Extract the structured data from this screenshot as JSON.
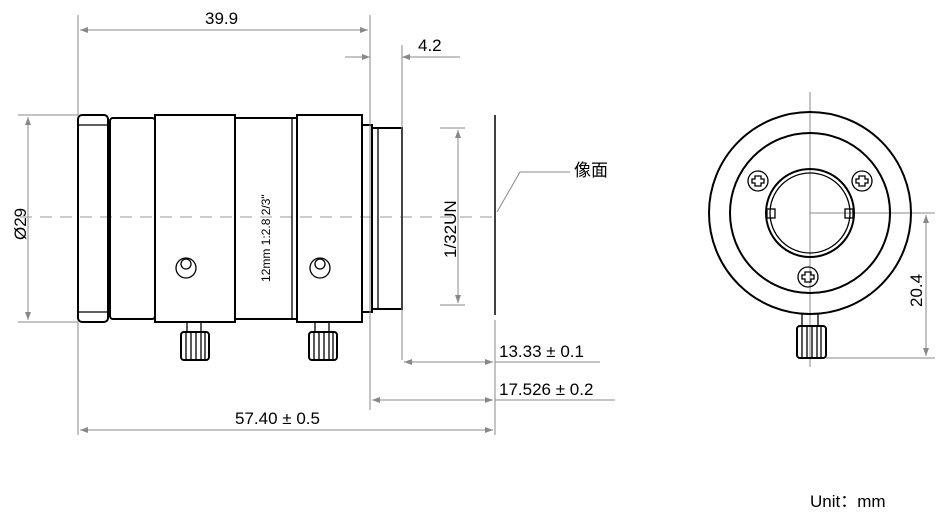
{
  "dimensions": {
    "flange_length": "39.9",
    "thread_length": "4.2",
    "diameter": "Ø29",
    "mount_thread": "1/32UN",
    "back_focus": "13.33 ± 0.1",
    "flange_focal": "17.526 ± 0.2",
    "total_length": "57.40 ± 0.5",
    "knob_height": "20.4"
  },
  "labels": {
    "image_plane": "像面",
    "lens_marking": "12mm  1:2.8  2/3\"",
    "unit": "Unit：mm"
  }
}
